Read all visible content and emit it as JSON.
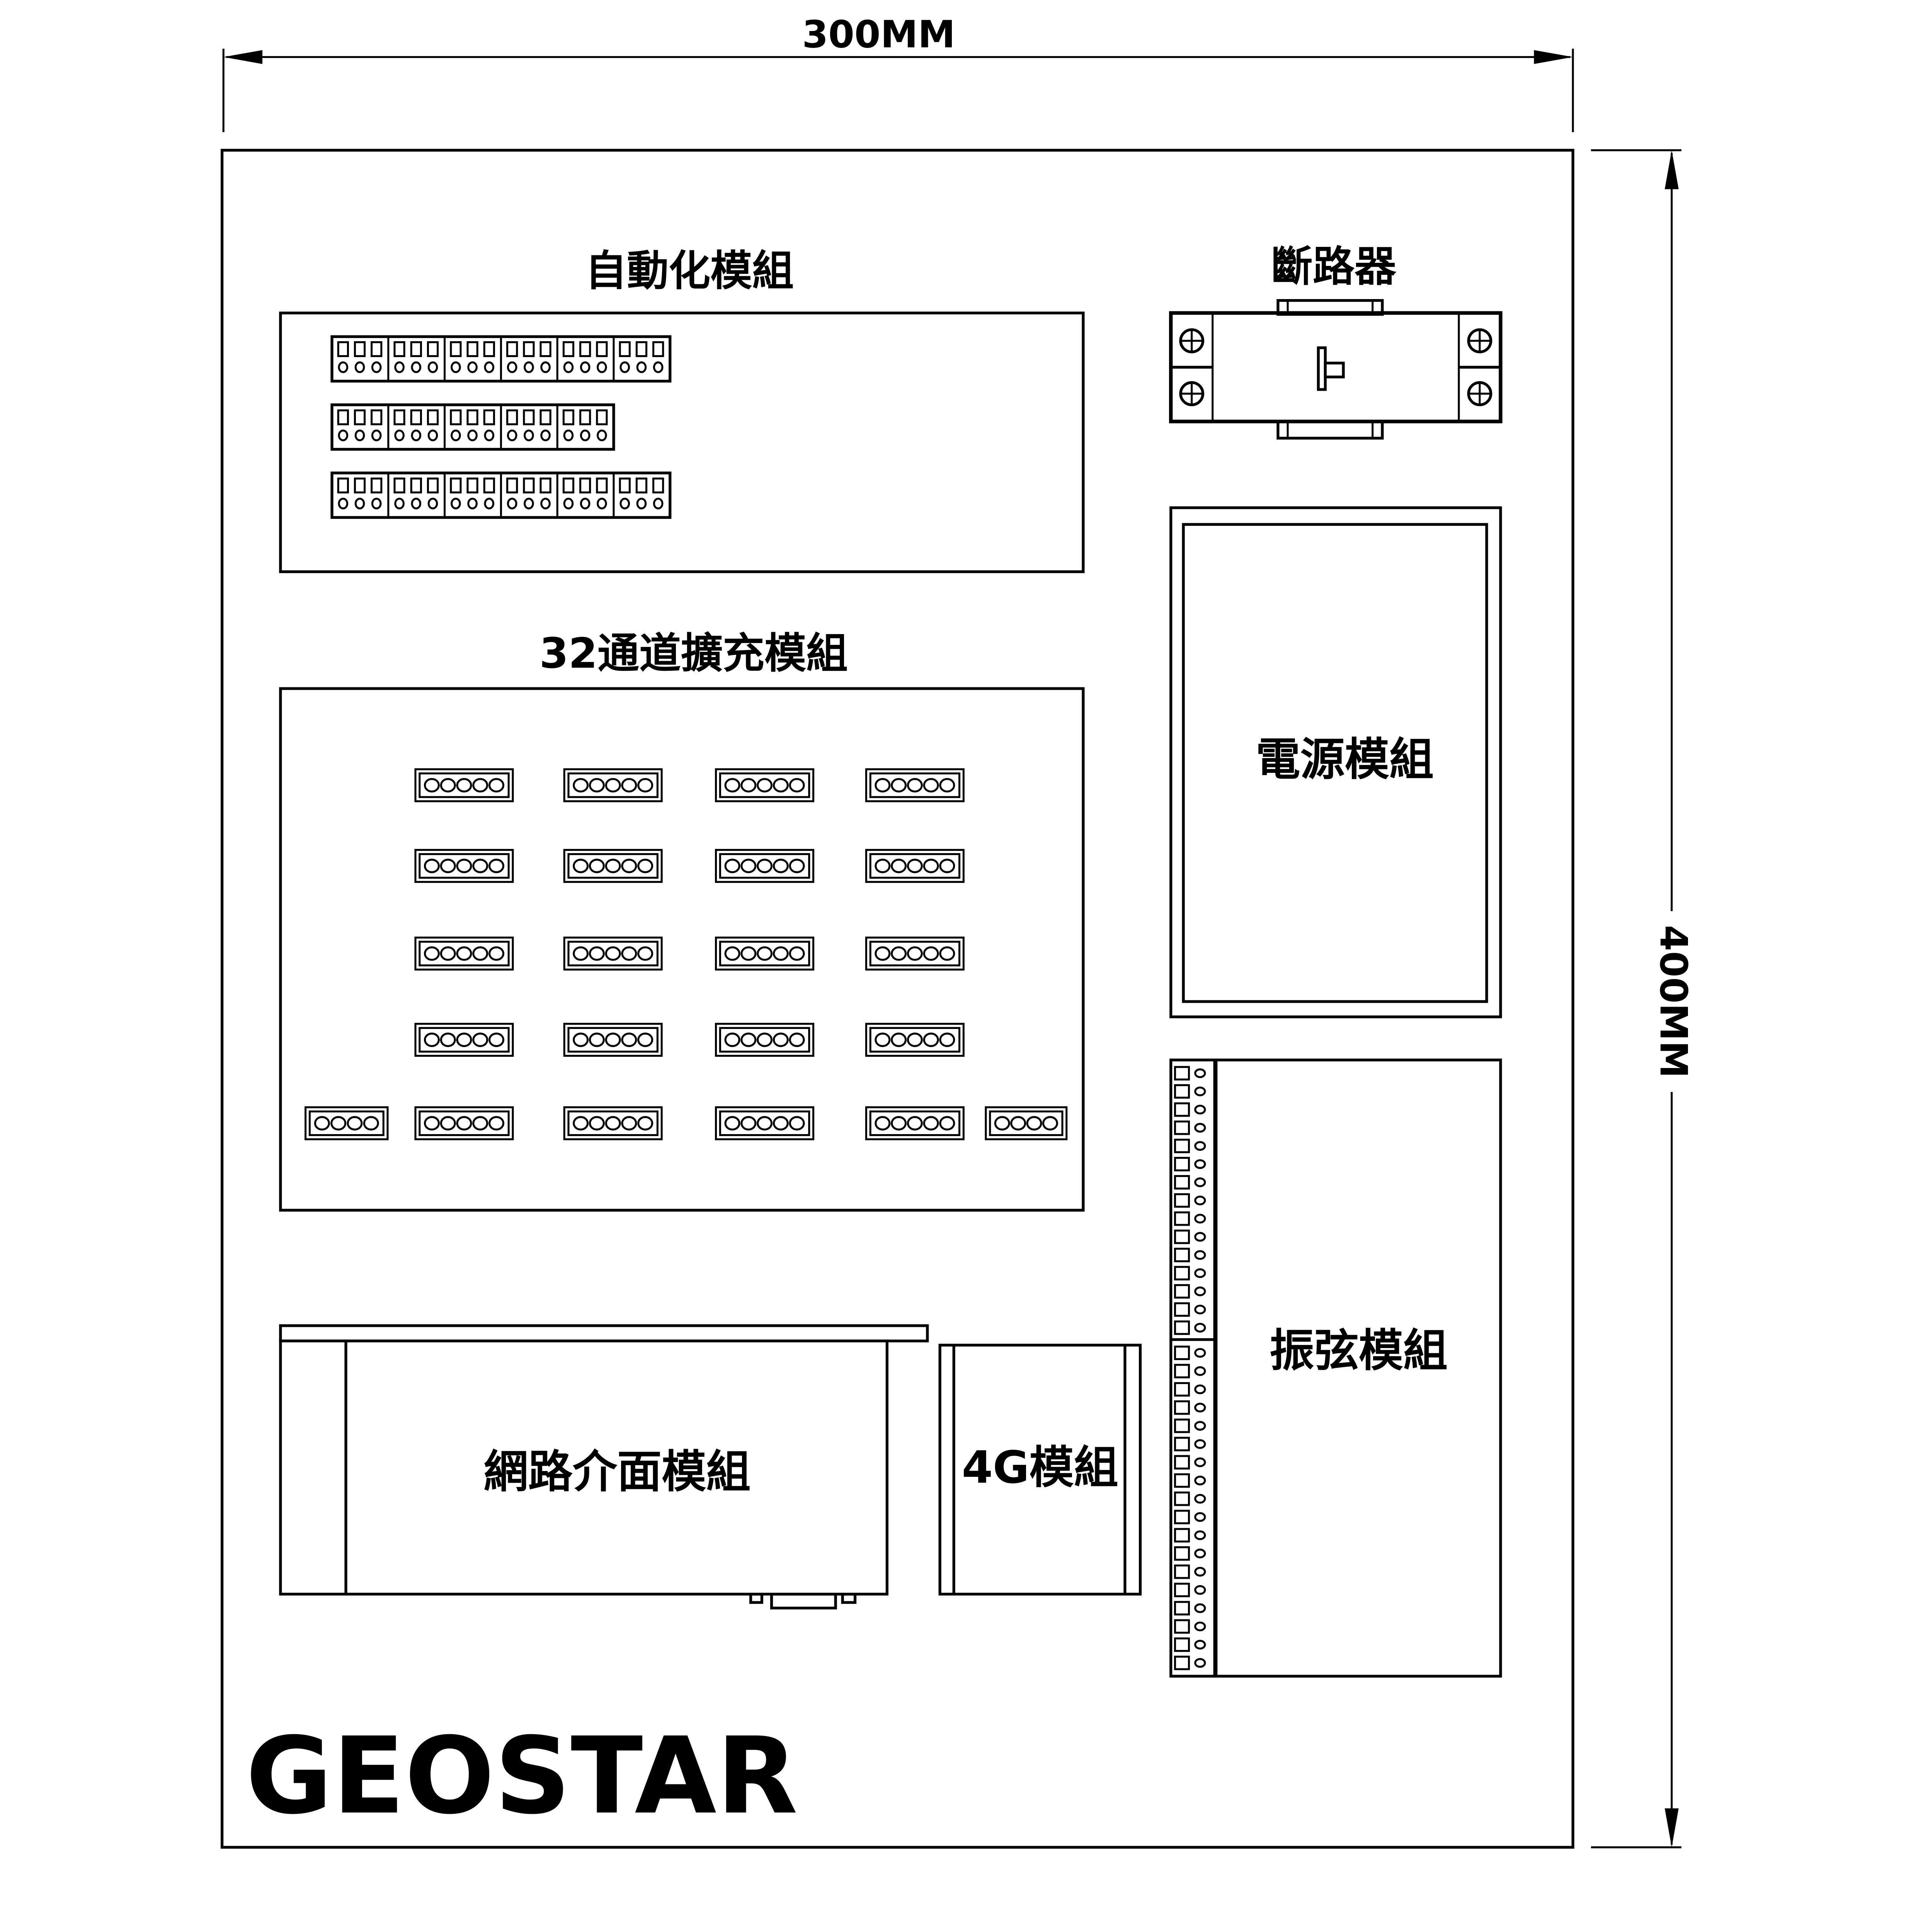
{
  "dimensions": {
    "width_label": "300MM",
    "height_label": "400MM"
  },
  "modules": {
    "automation": {
      "title": "自動化模組",
      "terminal_groups_per_row": [
        6,
        5,
        6
      ]
    },
    "breaker": {
      "title": "斷路器"
    },
    "power": {
      "title": "電源模組"
    },
    "expansion": {
      "title": "32通道擴充模組",
      "connector_rows": 5,
      "connector_cols": 4
    },
    "network": {
      "title": "網路介面模組"
    },
    "cellular": {
      "title": "4G模組"
    },
    "vibrating_wire": {
      "title": "振弦模組",
      "terminal_blocks": [
        15,
        18
      ]
    }
  },
  "brand": "GEOSTAR"
}
